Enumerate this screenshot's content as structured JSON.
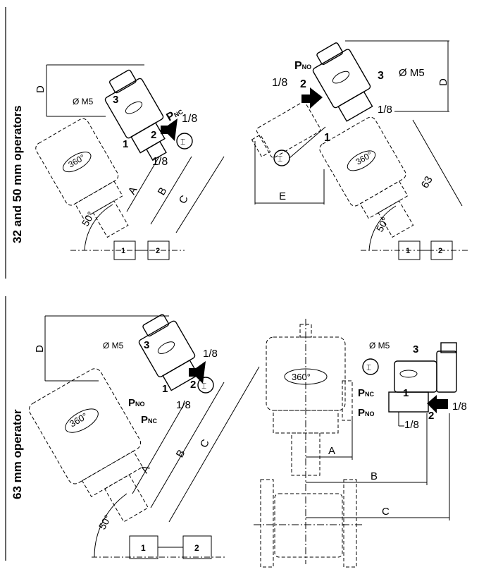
{
  "sections": [
    {
      "title": "32 and 50 mm operators",
      "left_view": {
        "dims": [
          "A",
          "B",
          "C",
          "D"
        ],
        "ports": [
          "1",
          "2",
          "3"
        ],
        "pressure": "P",
        "pressure_sub": "NC",
        "thread_1": "1/8",
        "thread_2": "1/8",
        "exhaust": "Ø M5",
        "rotation": "360°",
        "angle": "50°",
        "body_ports": [
          "1",
          "2"
        ]
      },
      "right_view": {
        "dims": [
          "D",
          "E",
          "63"
        ],
        "ports": [
          "1",
          "2",
          "3"
        ],
        "pressure": "P",
        "pressure_sub": "NO",
        "thread_1": "1/8",
        "thread_2": "1/8",
        "exhaust": "Ø M5",
        "rotation": "360°",
        "angle": "50°",
        "body_ports": [
          "1",
          "2"
        ]
      }
    },
    {
      "title": "63 mm operator",
      "left_view": {
        "dims": [
          "A",
          "B",
          "C",
          "D"
        ],
        "ports": [
          "1",
          "2",
          "3"
        ],
        "pressure_no": "P",
        "pressure_no_sub": "NO",
        "pressure_nc": "P",
        "pressure_nc_sub": "NC",
        "thread_1": "1/8",
        "thread_2": "1/8",
        "exhaust": "Ø M5",
        "rotation": "360°",
        "angle": "50°",
        "body_ports": [
          "1",
          "2"
        ]
      },
      "right_view": {
        "dims": [
          "A",
          "B",
          "C"
        ],
        "ports": [
          "1",
          "2",
          "3"
        ],
        "pressure_nc": "P",
        "pressure_nc_sub": "NC",
        "pressure_no": "P",
        "pressure_no_sub": "NO",
        "thread_1": "1/8",
        "thread_2": "1/8",
        "exhaust": "Ø M5",
        "rotation": "360°"
      }
    }
  ]
}
